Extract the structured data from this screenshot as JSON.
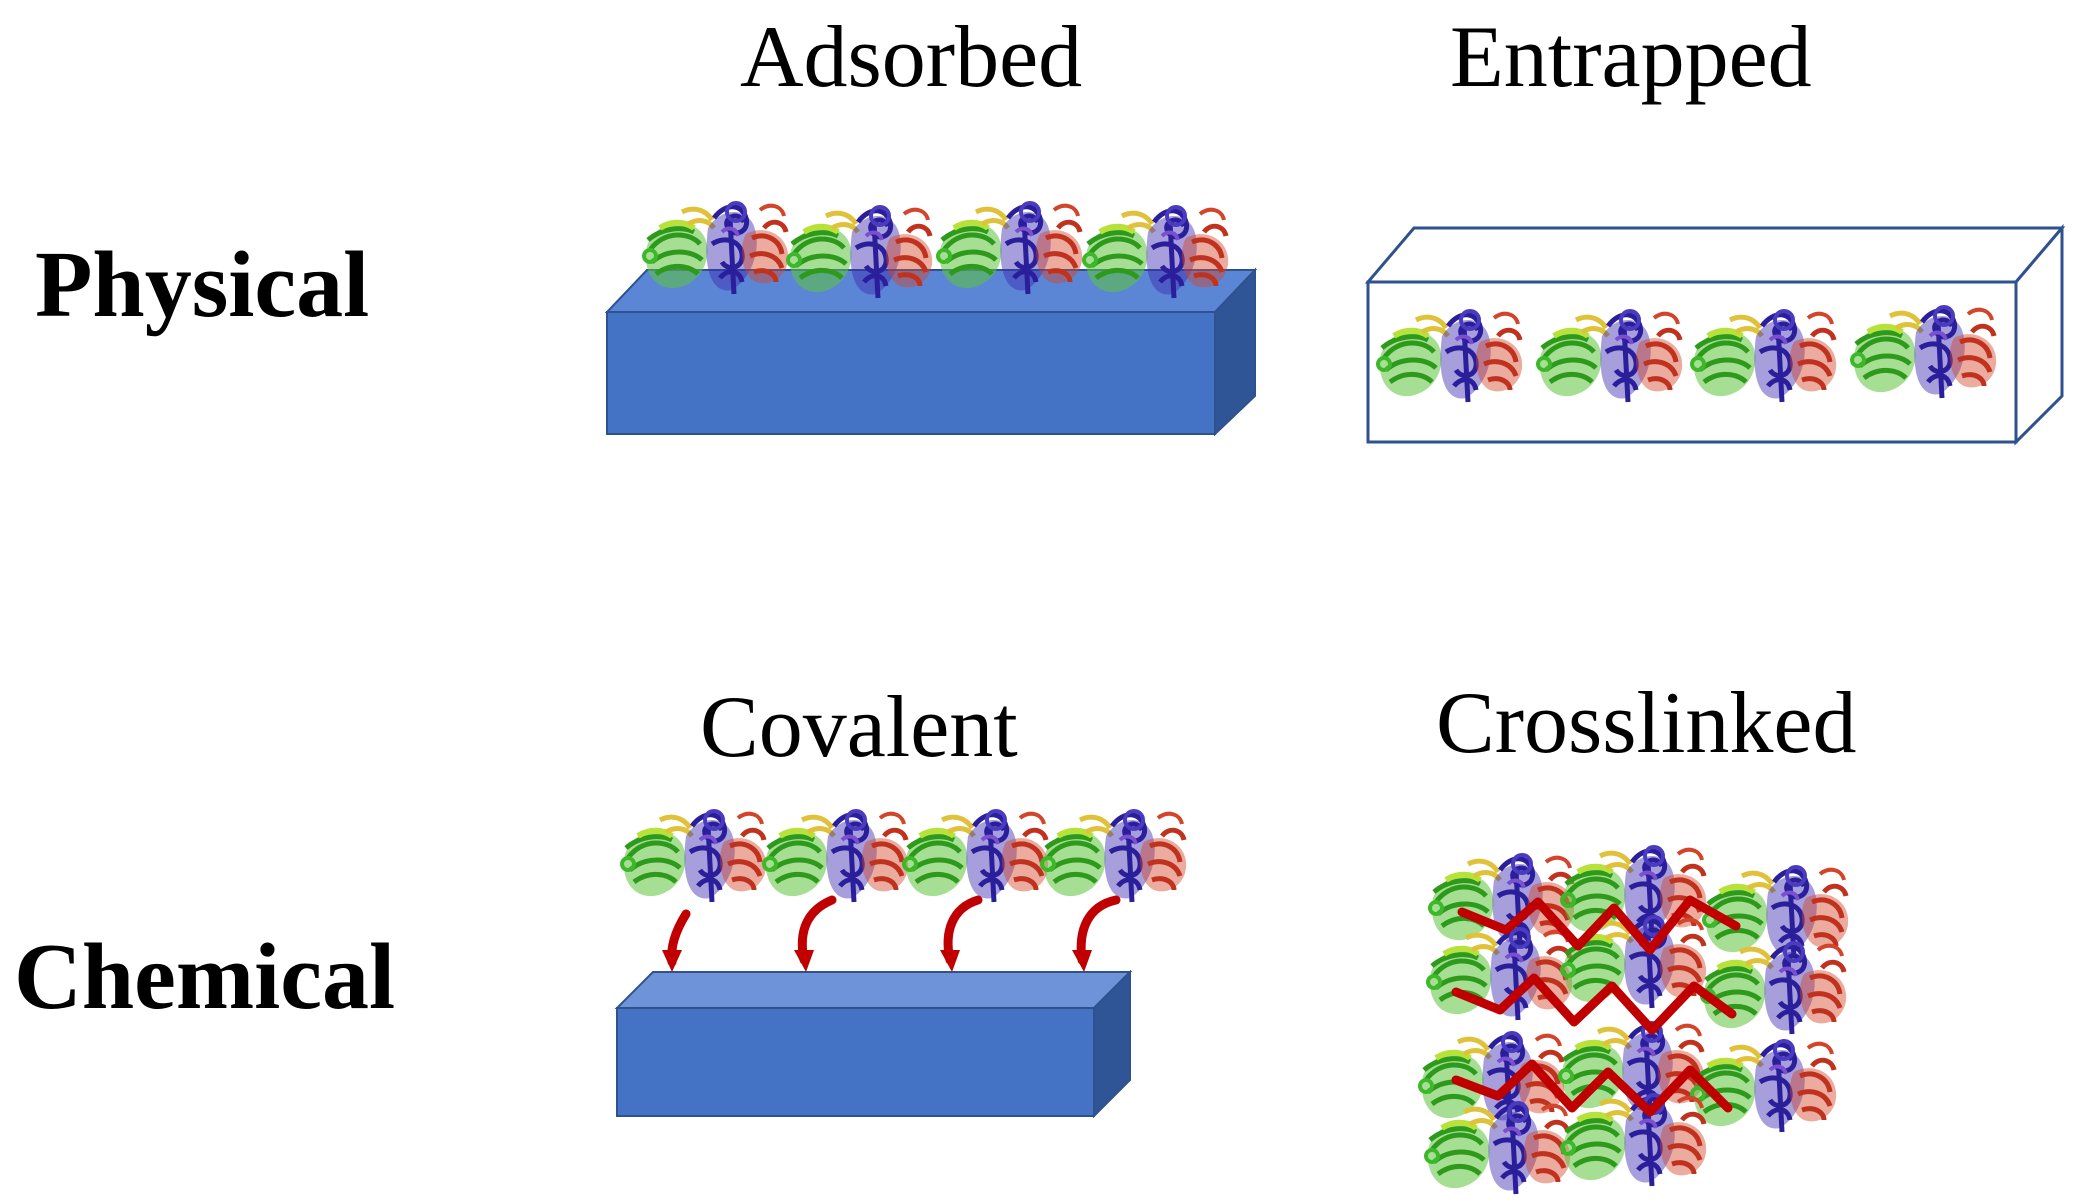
{
  "rows": {
    "physical": "Physical",
    "chemical": "Chemical"
  },
  "columns": {
    "adsorbed": "Adsorbed",
    "entrapped": "Entrapped",
    "covalent": "Covalent",
    "crosslinked": "Crosslinked"
  },
  "colors": {
    "support_front": "#4472c4",
    "support_top": "#5b86d6",
    "support_side": "#2f5597",
    "support_edge": "#2f528f",
    "linker": "#c00000",
    "protein_green": "#5cc43a",
    "protein_blue": "#3a2bb0",
    "protein_red": "#d2452b",
    "protein_yellow": "#e0c23a"
  },
  "icons": {
    "protein": "enzyme-ribbon-icon",
    "support": "solid-support-block",
    "linker": "covalent-bond-arrow"
  }
}
